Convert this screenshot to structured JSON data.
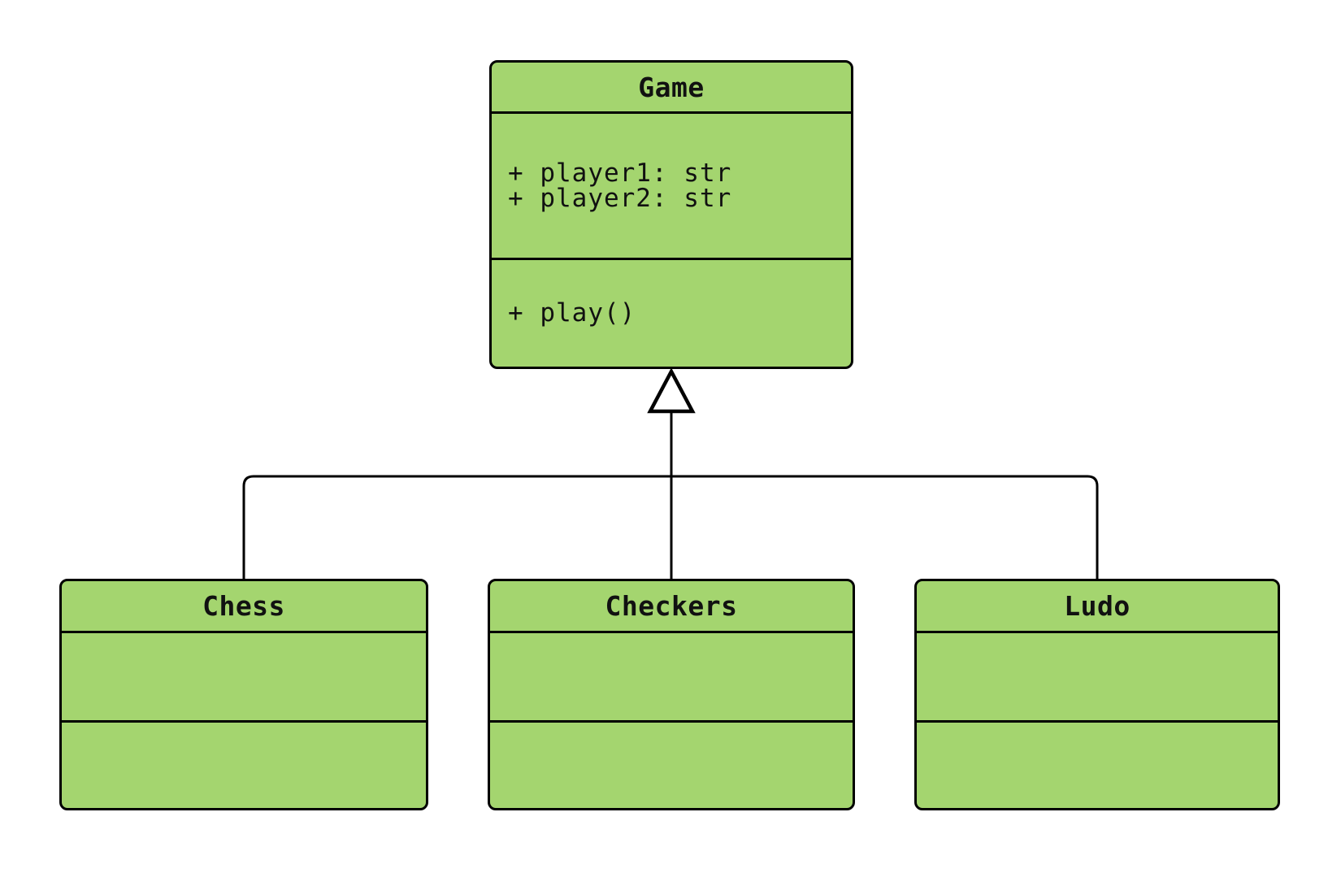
{
  "diagram": {
    "type": "uml-class-diagram",
    "classes": [
      {
        "name": "Game",
        "attributes": [
          "+ player1: str",
          "+ player2: str"
        ],
        "methods": [
          "+ play()"
        ]
      },
      {
        "name": "Chess",
        "attributes": [],
        "methods": []
      },
      {
        "name": "Checkers",
        "attributes": [],
        "methods": []
      },
      {
        "name": "Ludo",
        "attributes": [],
        "methods": []
      }
    ],
    "relations": [
      {
        "type": "inheritance",
        "from": "Chess",
        "to": "Game"
      },
      {
        "type": "inheritance",
        "from": "Checkers",
        "to": "Game"
      },
      {
        "type": "inheritance",
        "from": "Ludo",
        "to": "Game"
      }
    ]
  },
  "colors": {
    "box_fill": "#a4d56f",
    "box_border": "#000000",
    "line": "#000000",
    "triangle_fill": "#ffffff",
    "background": "#ffffff"
  }
}
